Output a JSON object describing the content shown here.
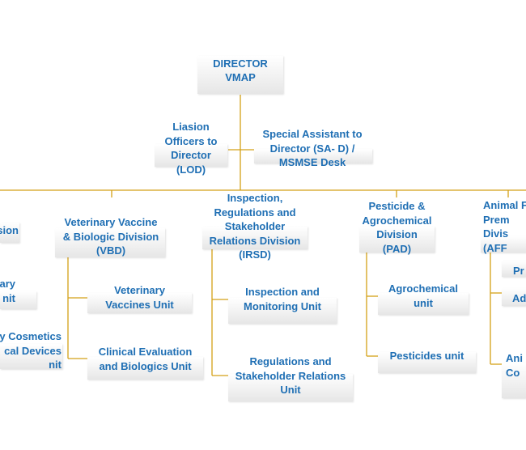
{
  "colors": {
    "text": "#1f6fb4",
    "connector": "#d4a017",
    "box": "#eeeeee"
  },
  "director": {
    "line1": "DIRECTOR",
    "line2": "VMAP"
  },
  "liaison": {
    "text": "Liasion\nOfficers to\nDirector\n(LOD)"
  },
  "special_assistant": {
    "text": "Special Assistant to\nDirector (SA- D) /\nMSMSE Desk"
  },
  "left_partial": {
    "division": "ision",
    "unit1": "ary\nnit",
    "unit2": "y Cosmetics\ncal Devices\nnit"
  },
  "vbd": {
    "title": "Veterinary Vaccine\n& Biologic Division\n(VBD)",
    "units": [
      "Veterinary\nVaccines Unit",
      "Clinical Evaluation\nand Biologics Unit"
    ]
  },
  "irsd": {
    "title": "Inspection,\nRegulations and\nStakeholder\nRelations Division\n(IRSD)",
    "units": [
      "Inspection and\nMonitoring Unit",
      "Regulations and\nStakeholder Relations\nUnit"
    ]
  },
  "pad": {
    "title": "Pesticide &\nAgrochemical\nDivision\n(PAD)",
    "units": [
      "Agrochemical\nunit",
      "Pesticides unit"
    ]
  },
  "affd_partial": {
    "title": "Animal F\nPrem\nDivis\n(AFF",
    "units": [
      "Pr",
      "Ad",
      "Ani\nCo"
    ]
  }
}
